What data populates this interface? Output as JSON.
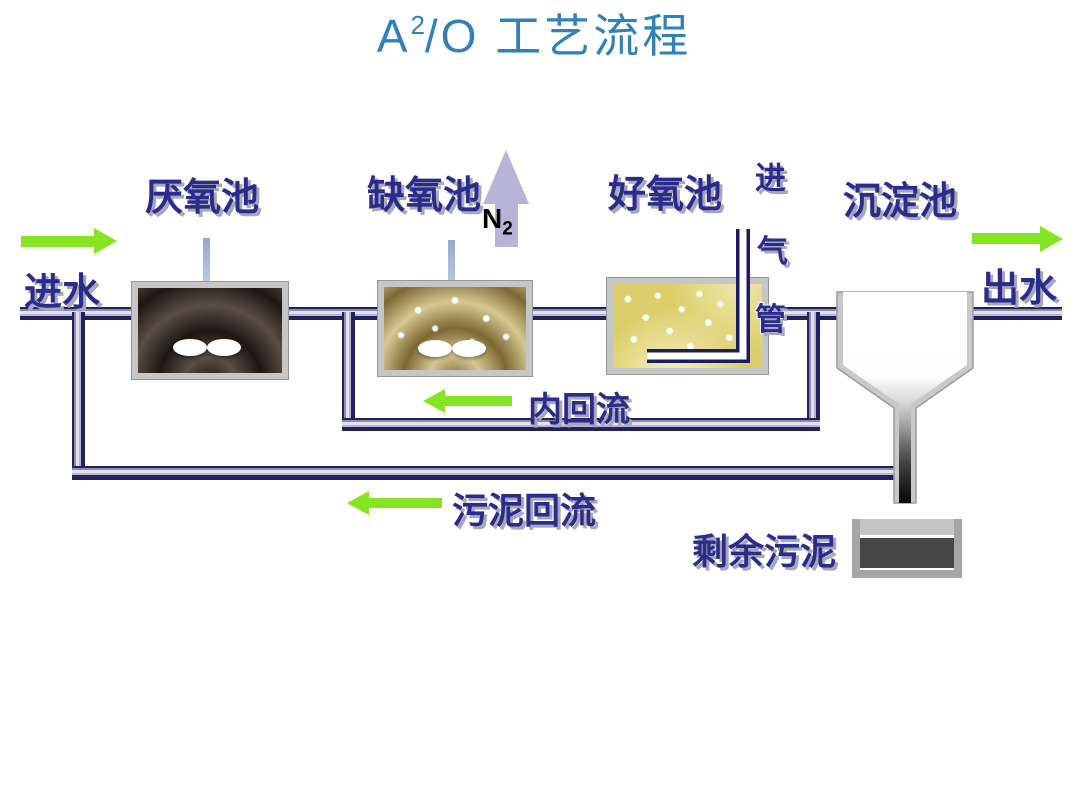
{
  "title": {
    "prefix": "A",
    "superscript": "2",
    "suffix": "/O 工艺流程"
  },
  "tanks": {
    "anaerobic": "厌氧池",
    "anoxic": "缺氧池",
    "aerobic": "好氧池",
    "clarifier": "沉淀池"
  },
  "labels": {
    "influent": "进水",
    "effluent": "出水",
    "internal_recycle": "内回流",
    "sludge_return": "污泥回流",
    "excess_sludge": "剩余污泥",
    "n2_base": "N",
    "n2_sub": "2",
    "air_pipe": [
      "进",
      "气",
      "管"
    ]
  },
  "colors": {
    "label_navy": "#2b2b8a",
    "flow_green": "#86e522",
    "n2_lavender": "#b7b4d7",
    "pipe_navy": "#23205f",
    "title_blue": "#3080ba"
  }
}
